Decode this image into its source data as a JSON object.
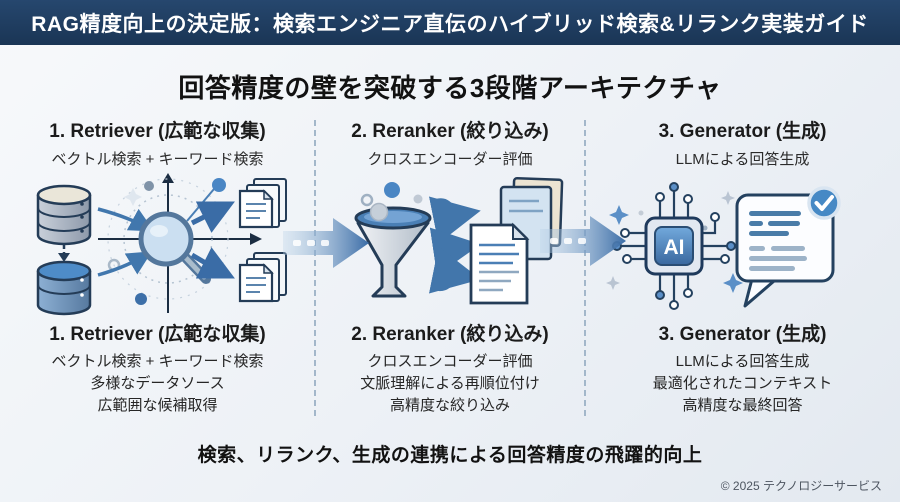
{
  "header": {
    "title": "RAG精度向上の決定版：検索エンジニア直伝のハイブリッド検索&リランク実装ガイド"
  },
  "main_title": "回答精度の壁を突破する3段階アーキテクチャ",
  "stages": [
    {
      "title": "1. Retriever (広範な収集)",
      "subtitle": "ベクトル検索 + キーワード検索",
      "detail_title": "1. Retriever (広範な収集)",
      "details": [
        "ベクトル検索 + キーワード検索",
        "多様なデータソース",
        "広範囲な候補取得"
      ]
    },
    {
      "title": "2. Reranker (絞り込み)",
      "subtitle": "クロスエンコーダー評価",
      "detail_title": "2. Reranker (絞り込み)",
      "details": [
        "クロスエンコーダー評価",
        "文脈理解による再順位付け",
        "高精度な絞り込み"
      ]
    },
    {
      "title": "3. Generator (生成)",
      "subtitle": "LLMによる回答生成",
      "detail_title": "3. Generator (生成)",
      "details": [
        "LLMによる回答生成",
        "最適化されたコンテキスト",
        "高精度な最終回答"
      ]
    }
  ],
  "summary": "検索、リランク、生成の連携による回答精度の飛躍的向上",
  "footer": {
    "copyright": "© 2025 テクノロジーサービス"
  },
  "icons": {
    "ai_chip_label": "AI",
    "retriever_illustration": "databases-magnifier-documents",
    "reranker_illustration": "funnel-filter-documents",
    "generator_illustration": "ai-chip-chat-bubble-check"
  },
  "colors": {
    "header_bg": "#1d3a5c",
    "accent_blue": "#4377ac",
    "dark_outline": "#24415f",
    "background_light": "#f3f6f9"
  }
}
